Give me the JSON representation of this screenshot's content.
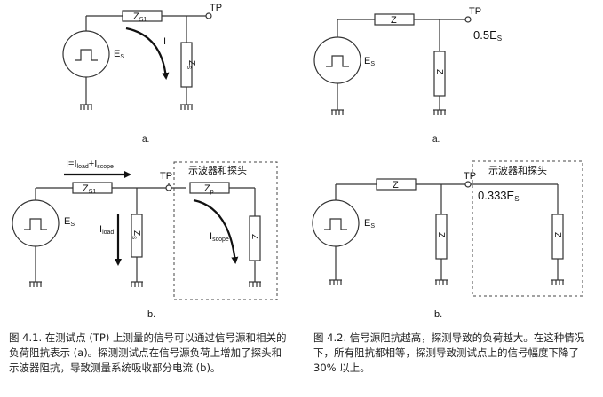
{
  "labels": {
    "tp": "TP",
    "z": "Z",
    "zs": "Z",
    "zs_sub": "S1",
    "zp": "Z",
    "zp_sub": "p",
    "es": "E",
    "es_sub": "S",
    "current_i": "I",
    "i_sum": "I=I",
    "i_sum_sub1": "load",
    "i_sum_plus": "+I",
    "i_sum_sub2": "scope",
    "i_load": "I",
    "i_load_sub": "load",
    "i_scope": "I",
    "i_scope_sub": "scope",
    "half_es": "0.5E",
    "half_es_sub": "S",
    "third_es": "0.333E",
    "third_es_sub": "S",
    "scope_probe": "示波器和探头",
    "sub_a": "a.",
    "sub_b": "b."
  },
  "captions": {
    "fig41": "图 4.1. 在测试点 (TP) 上测量的信号可以通过信号源和相关的负荷阻抗表示 (a)。探测测试点在信号源负荷上增加了探头和示波器阻抗，导致测量系统吸收部分电流 (b)。",
    "fig42": "图 4.2. 信号源阻抗越高，探测导致的负荷越大。在这种情况下，所有阻抗都相等，探测导致测试点上的信号幅度下降了 30% 以上。"
  }
}
